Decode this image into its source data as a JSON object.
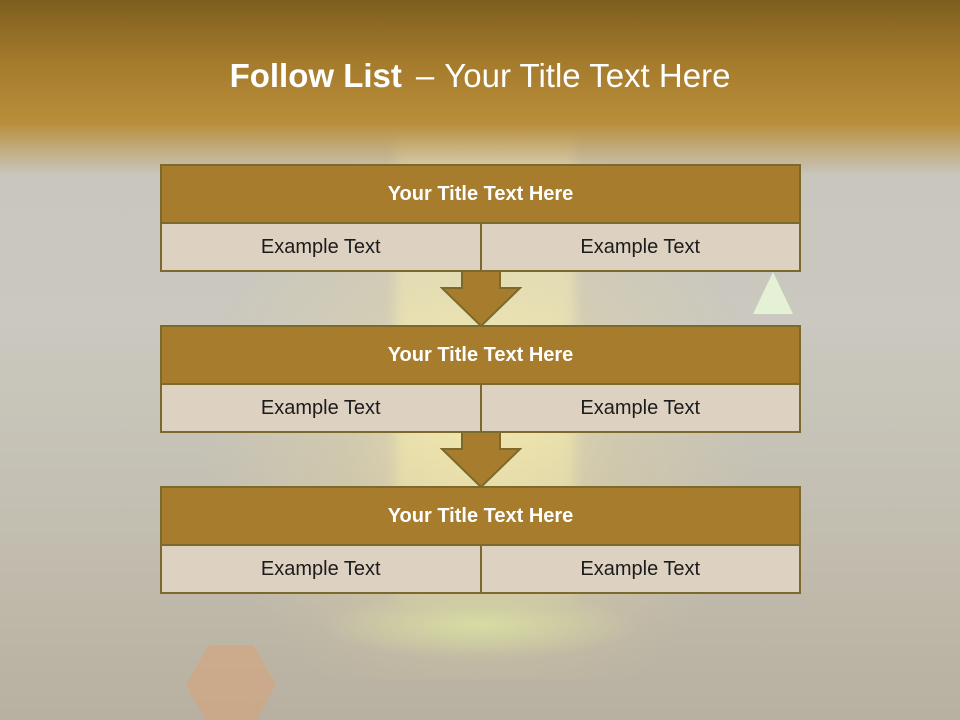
{
  "slide": {
    "title_bold": "Follow List",
    "title_separator": "–",
    "title_rest": "Your Title Text Here"
  },
  "blocks": [
    {
      "title": "Your Title Text Here",
      "left": "Example Text",
      "right": "Example Text"
    },
    {
      "title": "Your Title Text Here",
      "left": "Example Text",
      "right": "Example Text"
    },
    {
      "title": "Your Title Text Here",
      "left": "Example Text",
      "right": "Example Text"
    }
  ],
  "colors": {
    "header_gold": "#a77c2d",
    "border": "#7c6a2c",
    "cell_fill": "#ddd1c1",
    "arrow_fill": "#a77c2d"
  },
  "icons": {
    "arrow": "down-arrow-icon"
  }
}
